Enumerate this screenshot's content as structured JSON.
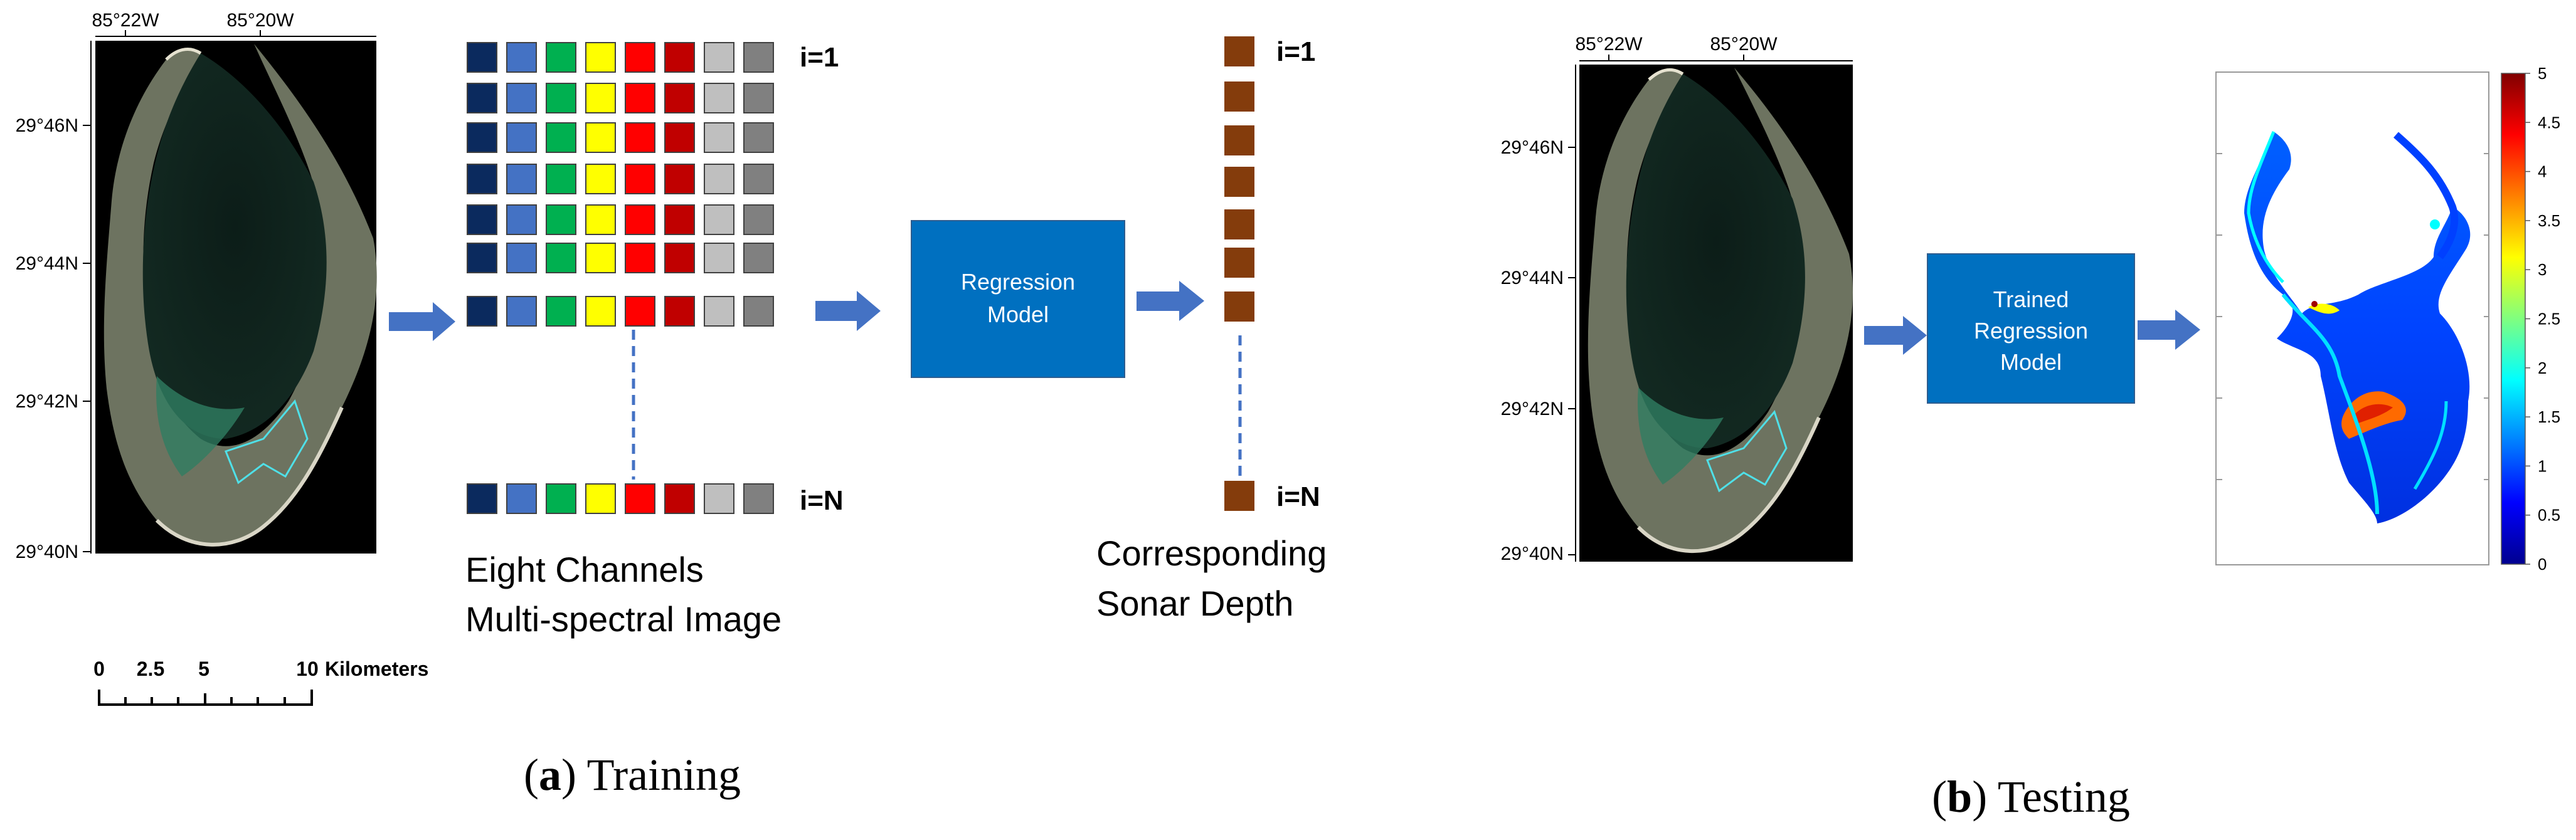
{
  "training": {
    "map": {
      "lon_labels": [
        "85°22W",
        "85°20W"
      ],
      "lat_labels": [
        "29°46N",
        "29°44N",
        "29°42N",
        "29°40N"
      ],
      "scalebar": {
        "ticks": [
          "0",
          "2.5",
          "5",
          "10"
        ],
        "unit": "Kilometers"
      }
    },
    "pixel_label_first": "i=1",
    "pixel_label_last": "i=N",
    "channels_caption": [
      "Eight Channels",
      "Multi-spectral Image"
    ],
    "model_label": [
      "Regression",
      "Model"
    ],
    "depth_label_first": "i=1",
    "depth_label_last": "i=N",
    "depth_caption": [
      "Corresponding",
      "Sonar Depth"
    ],
    "panel_letter": "a",
    "panel_title": "Training"
  },
  "testing": {
    "map": {
      "lon_labels": [
        "85°22W",
        "85°20W"
      ],
      "lat_labels": [
        "29°46N",
        "29°44N",
        "29°42N",
        "29°40N"
      ]
    },
    "model_label": [
      "Trained",
      "Regression",
      "Model"
    ],
    "colorbar_ticks": [
      "5",
      "4.5",
      "4",
      "3.5",
      "3",
      "2.5",
      "2",
      "1.5",
      "1",
      "0.5",
      "0"
    ],
    "panel_letter": "b",
    "panel_title": "Testing"
  },
  "colors": {
    "channels": [
      "#0b2a5e",
      "#4472c4",
      "#00b050",
      "#ffff00",
      "#ff0000",
      "#c00000",
      "#bfbfbf",
      "#808080"
    ],
    "depth_square": "#843c0c",
    "model_box": "#0070c0",
    "arrow": "#4472c4",
    "dashed_line": "#4472c4"
  }
}
